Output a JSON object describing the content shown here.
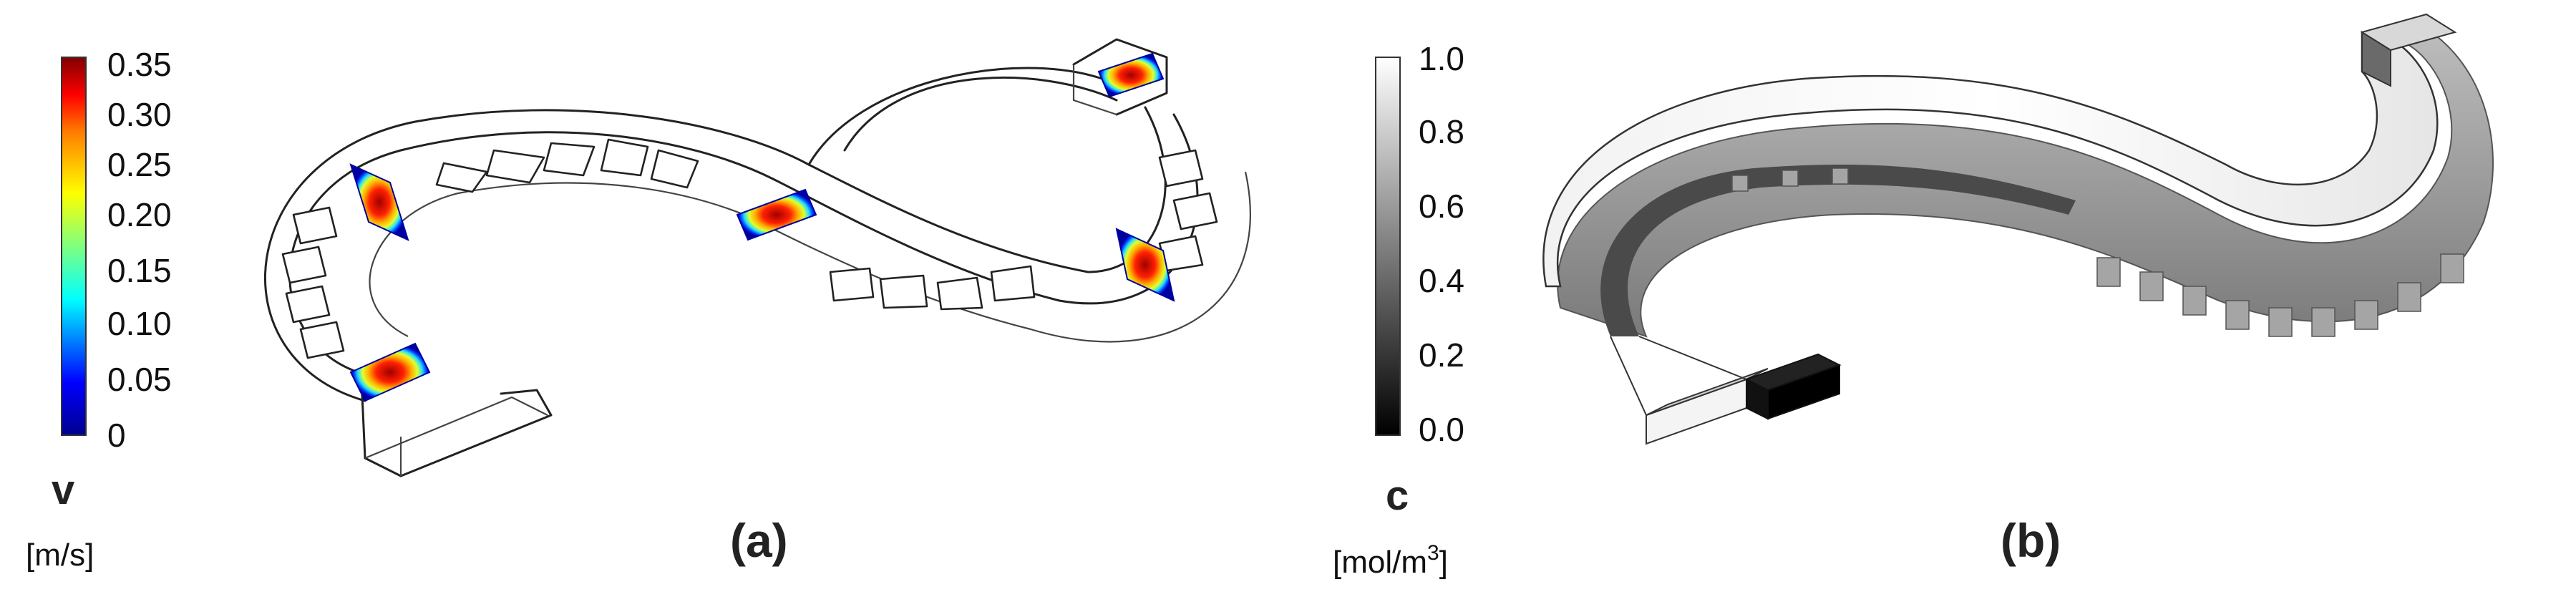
{
  "panel_a": {
    "label": "(a)",
    "colorbar": {
      "symbol": "v",
      "unit": "[m/s]",
      "ticks": [
        "0.35",
        "0.30",
        "0.25",
        "0.20",
        "0.15",
        "0.10",
        "0.05",
        "0"
      ],
      "colormap": [
        "#00008f",
        "#0000ff",
        "#00ffff",
        "#7fff7f",
        "#ffff00",
        "#ff7f00",
        "#ff0000",
        "#800000"
      ]
    }
  },
  "panel_b": {
    "label": "(b)",
    "colorbar": {
      "symbol": "c",
      "unit_prefix": "[mol/m",
      "unit_sup": "3",
      "unit_suffix": "]",
      "ticks": [
        "1.0",
        "0.8",
        "0.6",
        "0.4",
        "0.2",
        "0.0"
      ],
      "colormap": [
        "#000000",
        "#ffffff"
      ]
    }
  }
}
